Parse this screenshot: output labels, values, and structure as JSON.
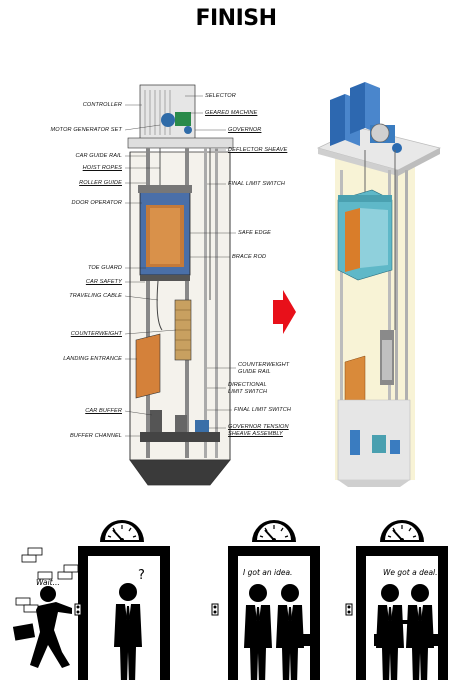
{
  "title": "FINISH",
  "diagram": {
    "labels_left": {
      "controller": "CONTROLLER",
      "motor_generator_set": "MOTOR GENERATOR SET",
      "car_guide_rail": "CAR GUIDE RAIL",
      "hoist_ropes": "HOIST ROPES",
      "roller_guide": "ROLLER GUIDE",
      "door_operator": "DOOR OPERATOR",
      "toe_guard": "TOE GUARD",
      "car_safety": "CAR SAFETY",
      "traveling_cable": "TRAVELING CABLE",
      "counterweight": "COUNTERWEIGHT",
      "landing_entrance": "LANDING ENTRANCE",
      "car_buffer": "CAR BUFFER",
      "buffer_channel": "BUFFER CHANNEL"
    },
    "labels_right": {
      "selector": "SELECTOR",
      "geared_machine": "GEARED MACHINE",
      "governor": "GOVERNOR",
      "deflector_sheave": "DEFLECTOR SHEAVE",
      "final_limit_switch_top": "FINAL LIMIT SWITCH",
      "safe_edge": "SAFE EDGE",
      "brace_rod": "BRACE ROD",
      "counterweight_guide_rail_1": "COUNTERWEIGHT",
      "counterweight_guide_rail_2": "GUIDE RAIL",
      "directional_limit_switch_1": "DIRECTIONAL",
      "directional_limit_switch_2": "LIMIT SWITCH",
      "final_limit_switch_bottom": "FINAL LIMIT SWITCH",
      "governor_tension_sheave_1": "GOVERNOR TENSION",
      "governor_tension_sheave_2": "SHEAVE ASSEMBLY"
    }
  },
  "comic": {
    "panel1_speech": "Wait...",
    "panel3_speech": "I got an idea.",
    "panel4_speech": "We got a deal.",
    "panel2_thought": "?"
  },
  "colors": {
    "arrow": "#e8101a",
    "car_cyan": "#5fb8c8",
    "machine_blue": "#3a78b8",
    "counterweight_orange": "#d98a3a",
    "door_panel": "#d97d2a"
  }
}
